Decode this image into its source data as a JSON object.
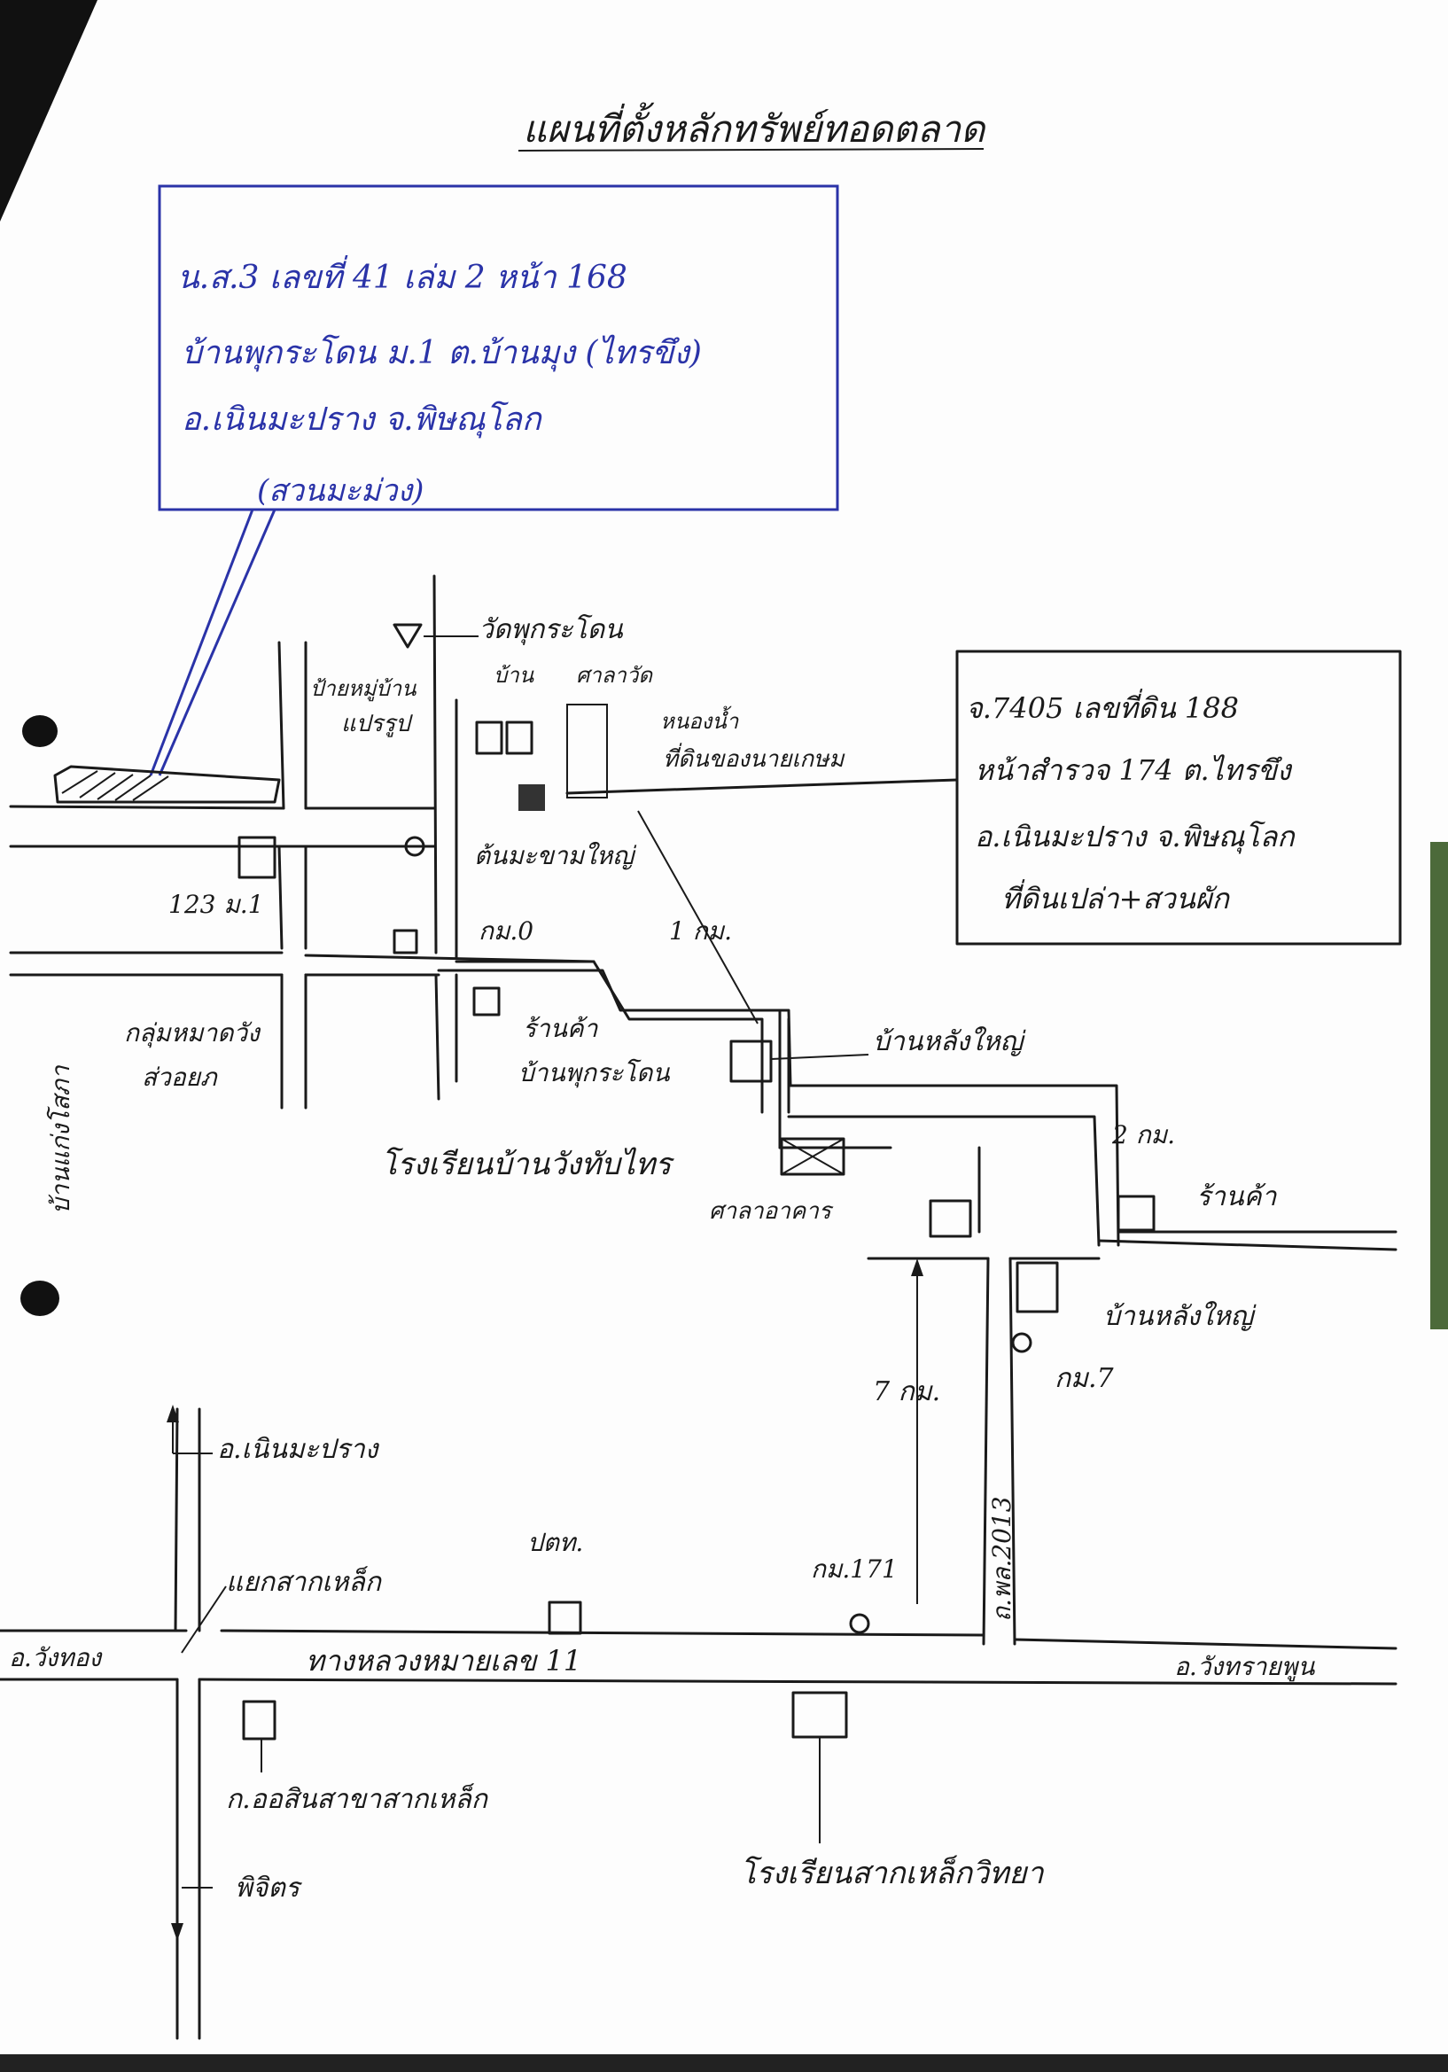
{
  "title": "แผนที่ตั้งหลักทรัพย์ทอดตลาด",
  "deed_box": {
    "lines": [
      "น.ส.3 เลขที่ 41 เล่ม 2 หน้า 168",
      "บ้านพุกระโดน ม.1 ต.บ้านมุง (ไทรขึง)",
      "อ.เนินมะปราง จ.พิษณุโลก",
      "(สวนมะม่วง)"
    ]
  },
  "land_box": {
    "lines": [
      "จ.7405 เลขที่ดิน 188",
      "หน้าสำรวจ 174 ต.ไทรขึง",
      "อ.เนินมะปราง จ.พิษณุโลก",
      "ที่ดินเปล่า+สวนผัก"
    ]
  },
  "labels": {
    "wat": "วัดพุกระโดน",
    "sala": "ศาลาวัด",
    "ban": "บ้าน",
    "nong_nam": "หนองน้ำ",
    "land_right": "ที่ดินของนายเกษม",
    "sign": "ป้ายหมู่บ้าน",
    "sign2": "แปรรูป",
    "big_tree": "ต้นมะขามใหญ่",
    "house_123": "123 ม.1",
    "km0": "กม.0",
    "one_km": "1 กม.",
    "shop": "ร้านค้า",
    "ban_puk": "บ้านพุกระโดน",
    "big_house": "บ้านหลังใหญ่",
    "school": "โรงเรียนบ้านวังทับไทร",
    "two_km": "2 กม.",
    "shop2": "ร้านค้า",
    "garage": "ศาลาอาคาร",
    "big_house2": "บ้านหลังใหญ่",
    "km7": "กม.7",
    "seven_km": "7 กม.",
    "road_2013": "ถ.พล.2013",
    "noen": "อ.เนินมะปราง",
    "fork": "แยกสากเหล็ก",
    "ptt": "ปตท.",
    "km171": "กม.171",
    "highway": "ทางหลวงหมายเลข 11",
    "wang_thong": "อ.วังทอง",
    "sak_left": "อ.วังทรายพูน",
    "kor_or": "ก.ออสินสาขาสากเหล็ก",
    "phichit": "พิจิตร",
    "school2": "โรงเรียนสากเหล็กวิทยา",
    "village_road": "บ้านแก่งโสภา",
    "left_mid1": "กลุ่มหมาดวัง",
    "left_mid2": "ส่วอยภ"
  }
}
